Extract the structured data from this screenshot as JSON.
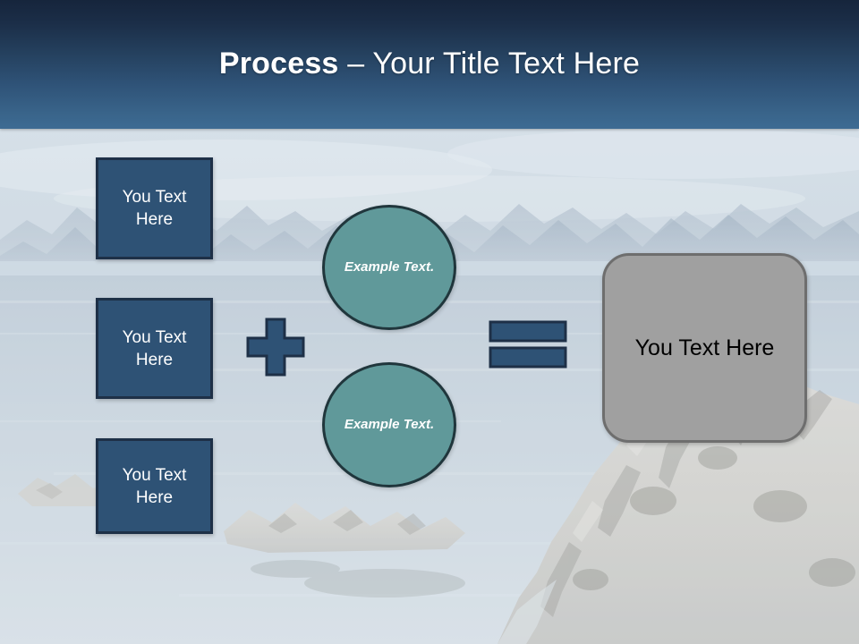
{
  "slide": {
    "title": {
      "strong": "Process",
      "rest": " – Your Title Text Here"
    }
  },
  "left_boxes": [
    {
      "label": "You Text Here"
    },
    {
      "label": "You Text Here"
    },
    {
      "label": "You Text Here"
    }
  ],
  "operators": {
    "plus": "+",
    "equals": "="
  },
  "circles": [
    {
      "label": "Example Text."
    },
    {
      "label": "Example Text."
    }
  ],
  "result_box": {
    "label": "You Text Here"
  },
  "colors": {
    "banner_top": "#16253c",
    "banner_bottom": "#3d6b93",
    "box_fill": "#2e5275",
    "box_border": "#1e3047",
    "circle_fill": "#60999a",
    "circle_border": "#20363c",
    "result_fill": "#a0a0a0",
    "result_border": "#6e6e6e",
    "title_text": "#ffffff"
  }
}
